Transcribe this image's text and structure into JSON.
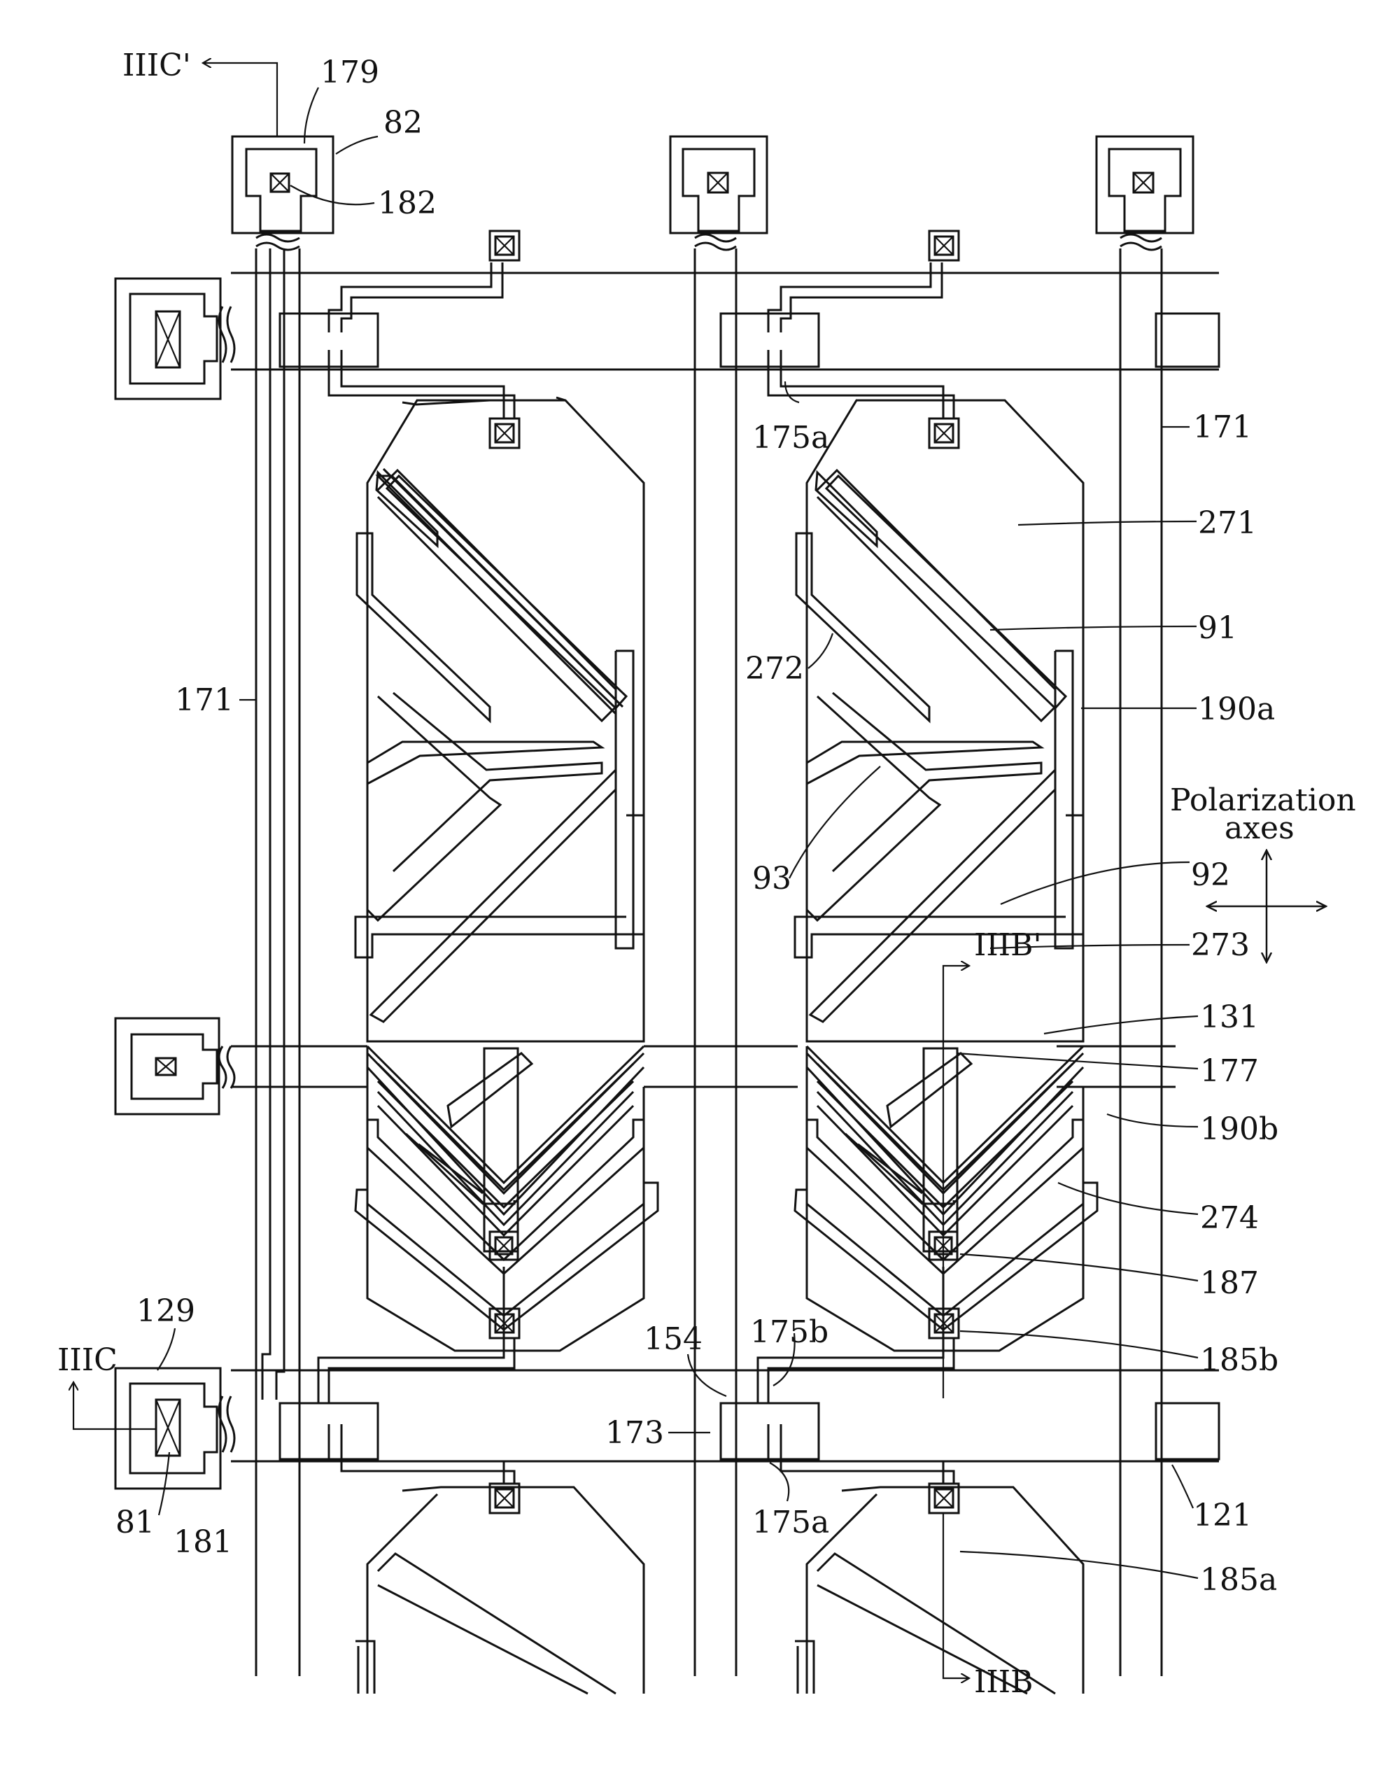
{
  "labels": {
    "IIIC_prime": "IIIC'",
    "n179": "179",
    "n82": "82",
    "n182": "182",
    "n175a_top": "175a",
    "n171_right": "171",
    "n171_left": "171",
    "n271": "271",
    "n91": "91",
    "n272": "272",
    "n190a": "190a",
    "polarization_line1": "Polarization",
    "polarization_line2": "axes",
    "n93": "93",
    "n92": "92",
    "IIIB_prime": "IIIB'",
    "n273": "273",
    "n131": "131",
    "n177": "177",
    "n190b": "190b",
    "n274": "274",
    "n187": "187",
    "n129": "129",
    "IIIC": "IIIC",
    "n154": "154",
    "n175b": "175b",
    "n185b": "185b",
    "n173": "173",
    "n121": "121",
    "n175a_bottom": "175a",
    "n81": "81",
    "n181": "181",
    "n185a": "185a",
    "IIIB": "IIIB"
  }
}
